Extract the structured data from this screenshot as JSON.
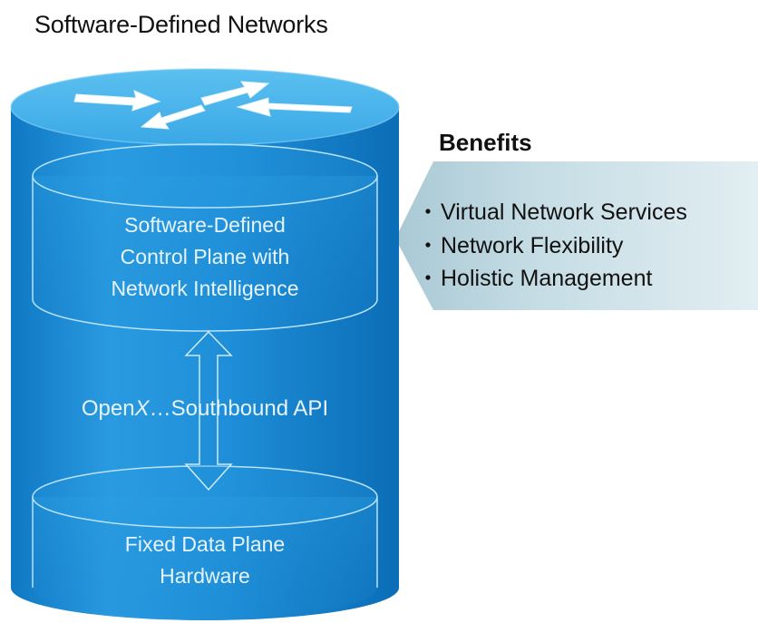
{
  "title": "Software-Defined Networks",
  "control_plane": {
    "line1": "Software-Defined",
    "line2": "Control Plane with",
    "line3": "Network Intelligence"
  },
  "api": {
    "prefix": "Open",
    "italic": "X",
    "suffix": "…Southbound API"
  },
  "data_plane": {
    "line1": "Fixed Data Plane",
    "line2": "Hardware"
  },
  "benefits": {
    "heading": "Benefits",
    "items": [
      "Virtual Network Services",
      "Network Flexibility",
      "Holistic Management"
    ]
  },
  "colors": {
    "cylinder_blue": "#1a8fd8",
    "cylinder_top": "#4fb4ea",
    "panel": "#c9dfe6"
  },
  "icons": [
    "router-arrows-icon",
    "double-arrow-icon",
    "benefits-arrow-icon"
  ]
}
